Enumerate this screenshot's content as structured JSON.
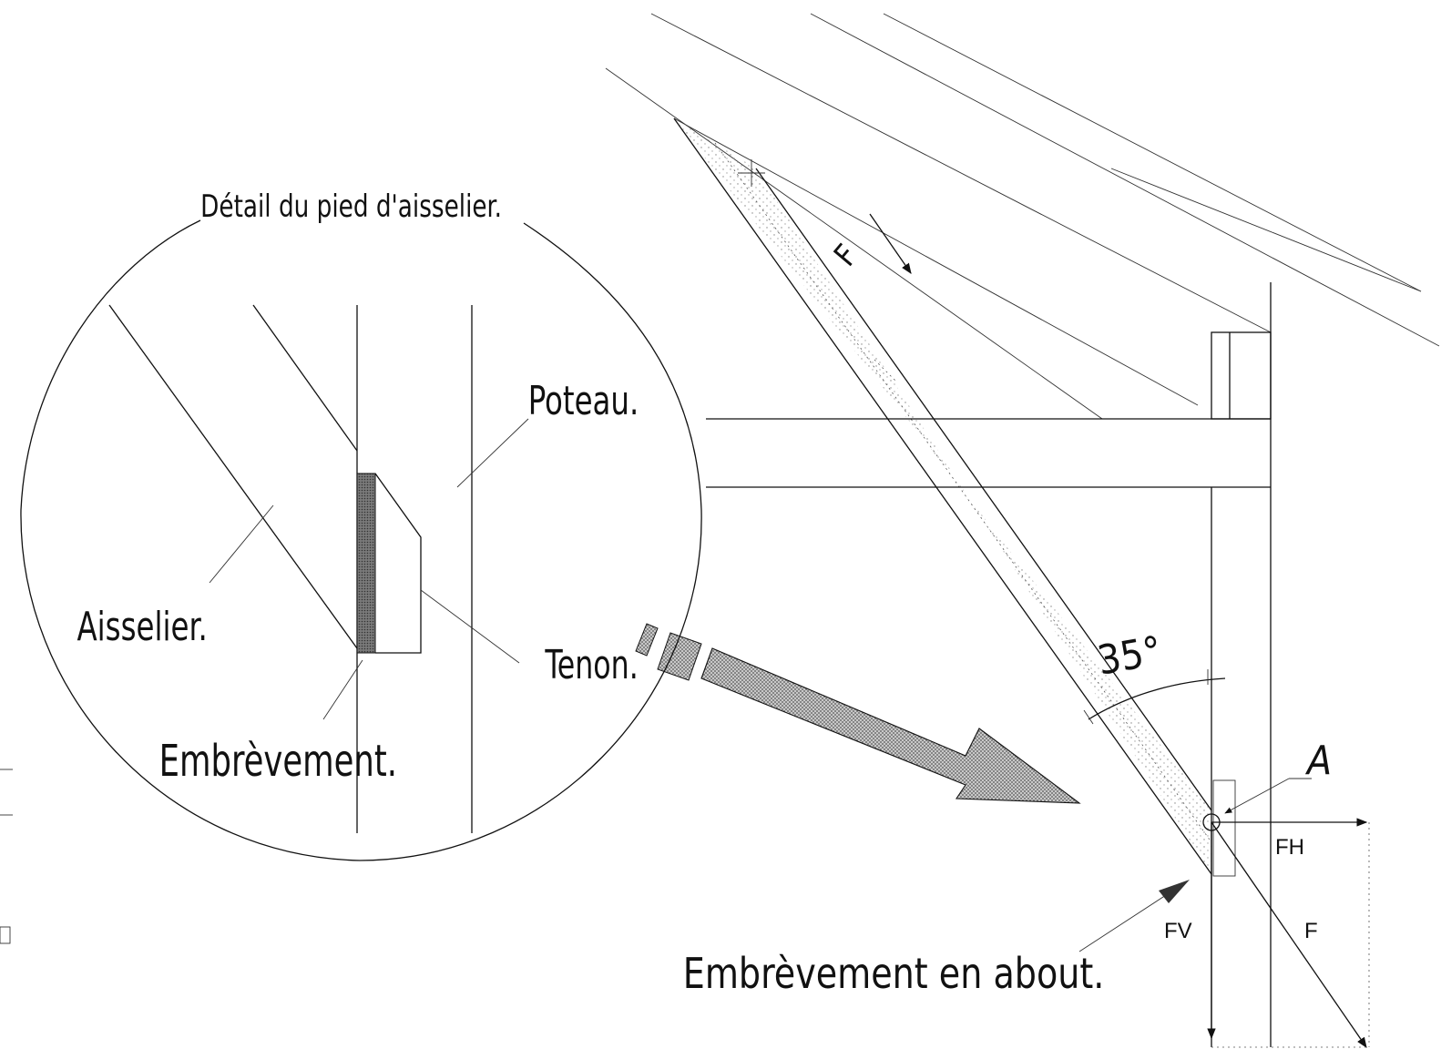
{
  "labels": {
    "detail_title": "Détail du pied d'aisselier.",
    "poteau": "Poteau.",
    "aisselier": "Aisselier.",
    "tenon": "Tenon.",
    "embrevement": "Embrèvement.",
    "angle": "35°",
    "force_f_top": "F",
    "point_a": "A",
    "fh": "FH",
    "fv": "FV",
    "f_resultant": "F",
    "embrevement_about": "Embrèvement en about."
  },
  "angle_degrees": 35,
  "colors": {
    "ink": "#111111",
    "hatch_fill": "#9a9a9a",
    "arrow_fill": "#b5b5b5"
  }
}
